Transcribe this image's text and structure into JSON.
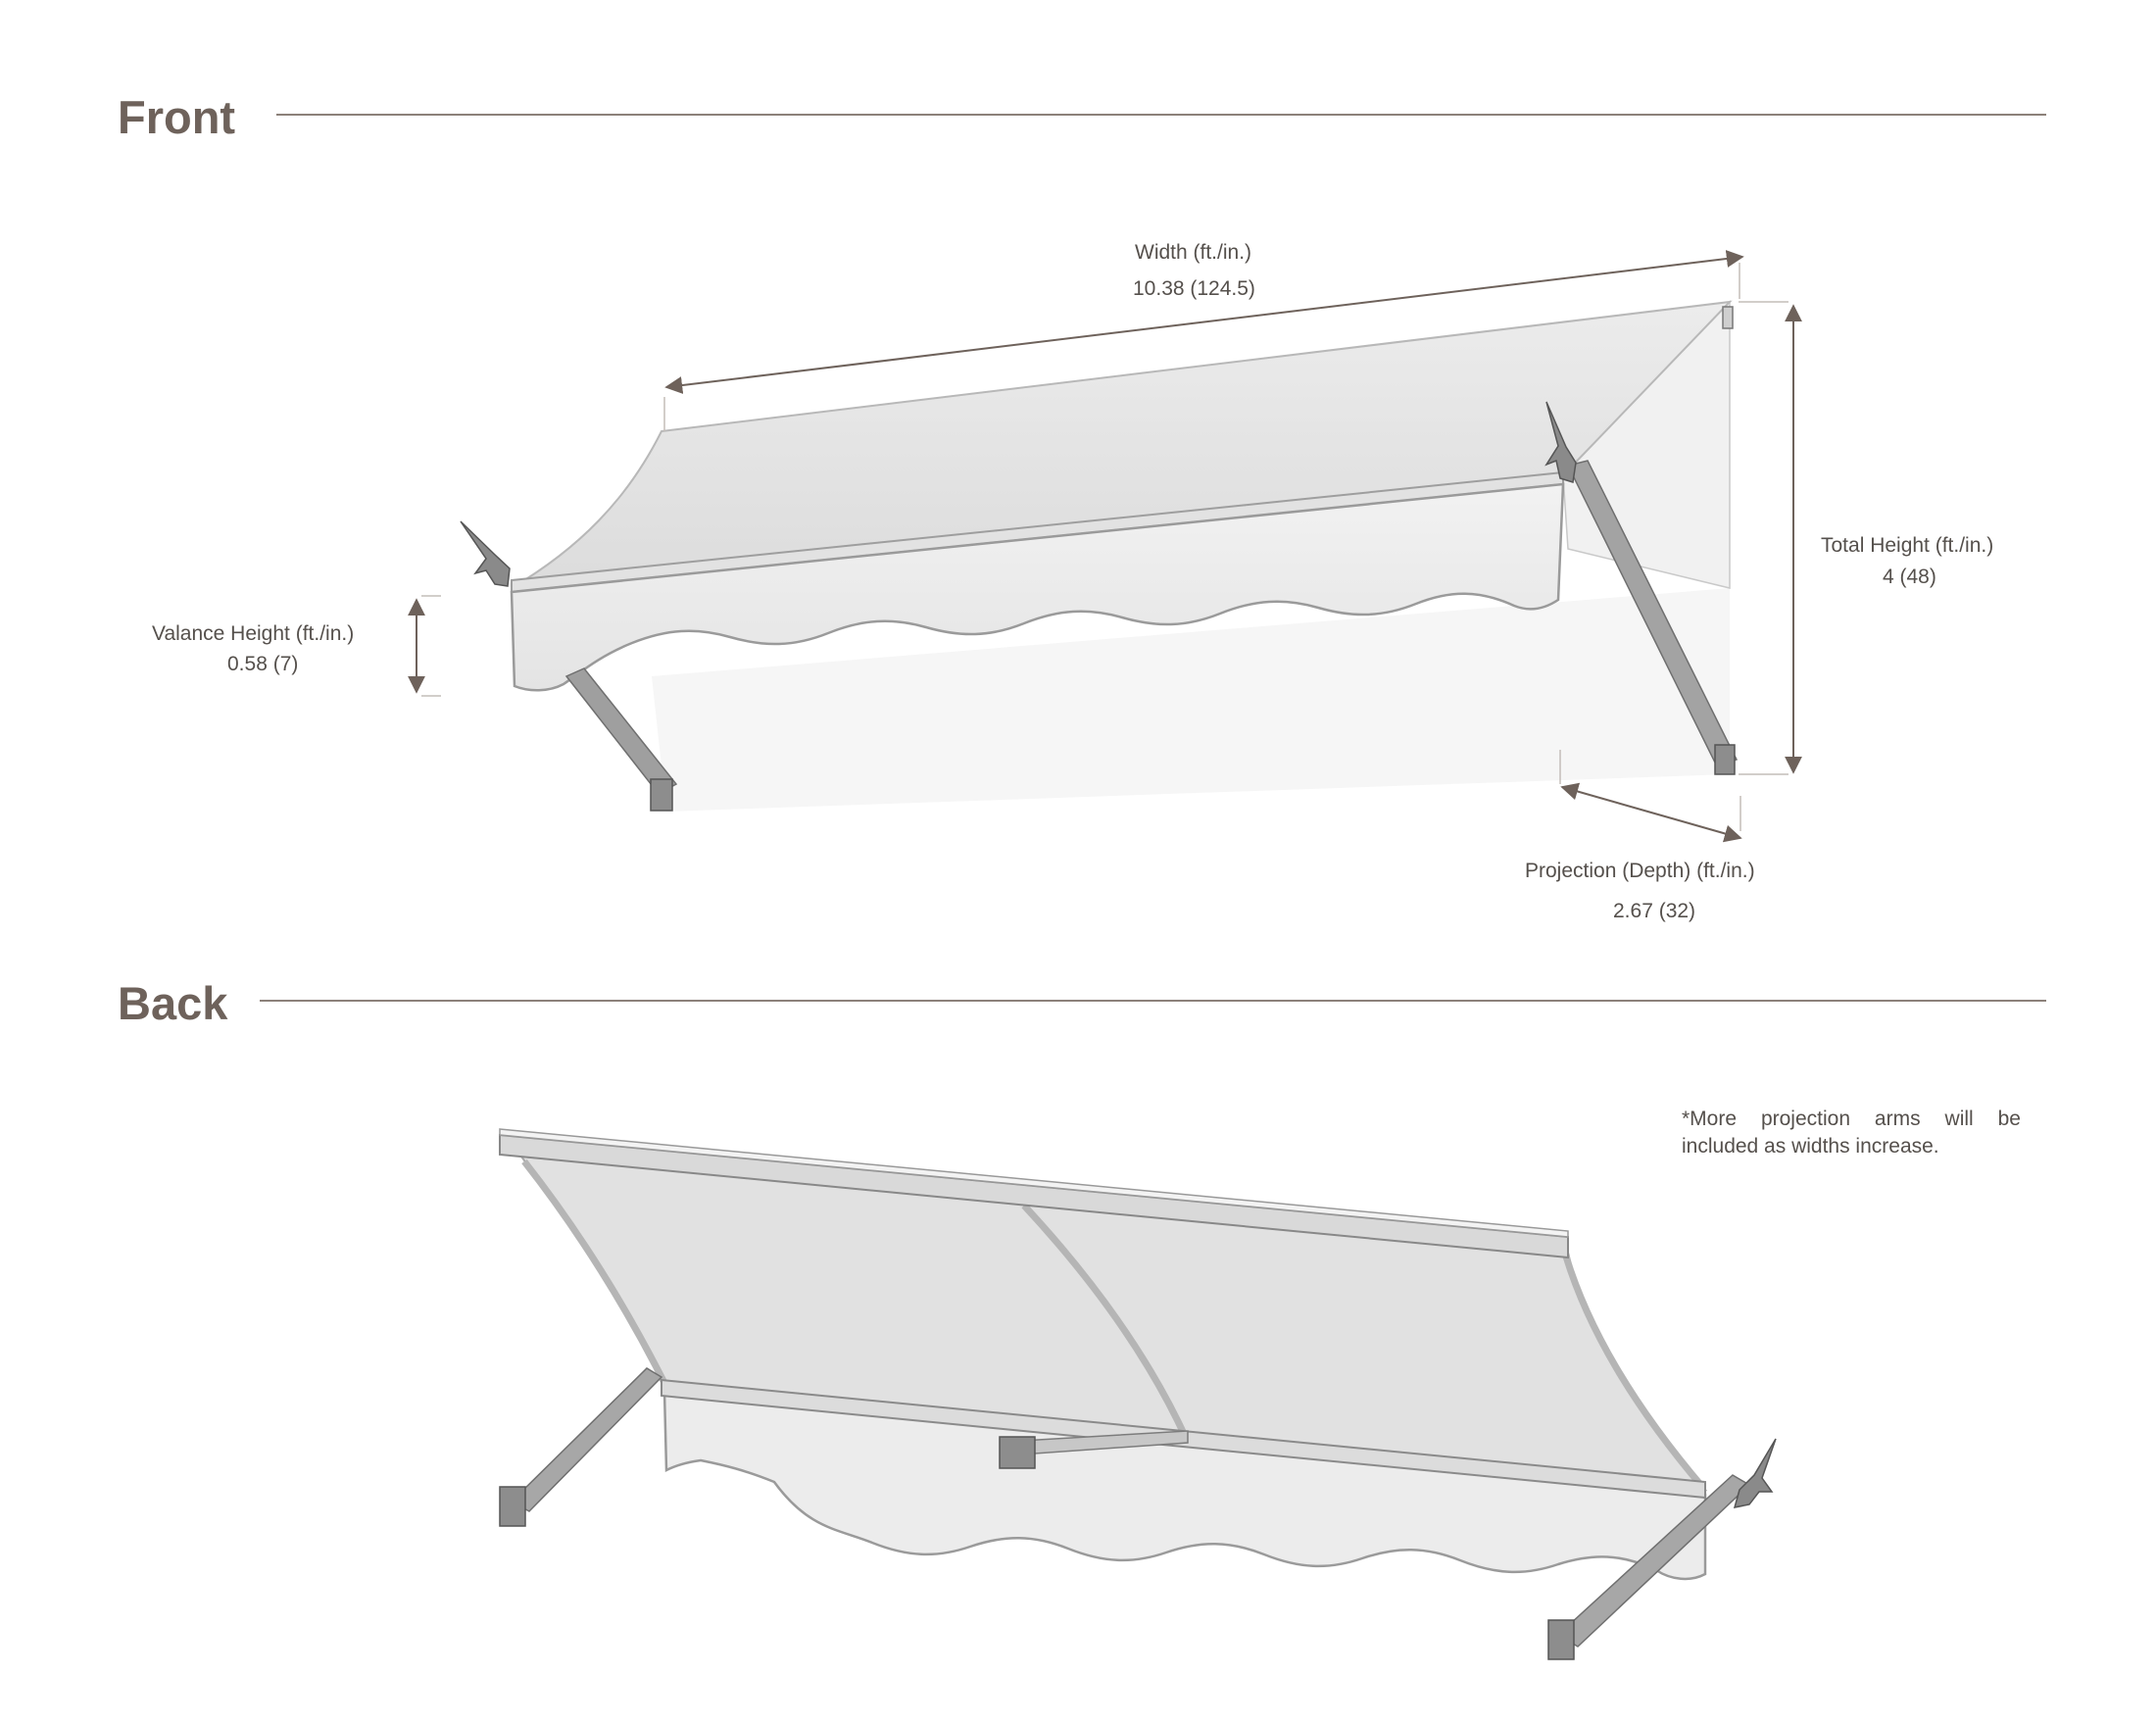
{
  "sections": {
    "front": {
      "title": "Front"
    },
    "back": {
      "title": "Back"
    }
  },
  "dimensions": {
    "width": {
      "label": "Width (ft./in.)",
      "value": "10.38 (124.5)"
    },
    "total_height": {
      "label": "Total Height (ft./in.)",
      "value": "4 (48)"
    },
    "valance_height": {
      "label": "Valance Height (ft./in.)",
      "value": "0.58 (7)"
    },
    "projection": {
      "label": "Projection (Depth) (ft./in.)",
      "value": "2.67 (32)"
    }
  },
  "note": "*More projection arms will be included as widths increase.",
  "colors": {
    "heading": "#6e625b",
    "rule": "#8c817a",
    "dimension_line": "#6e625b",
    "fabric": "#e9e9e9",
    "frame": "#a9a9a9"
  }
}
